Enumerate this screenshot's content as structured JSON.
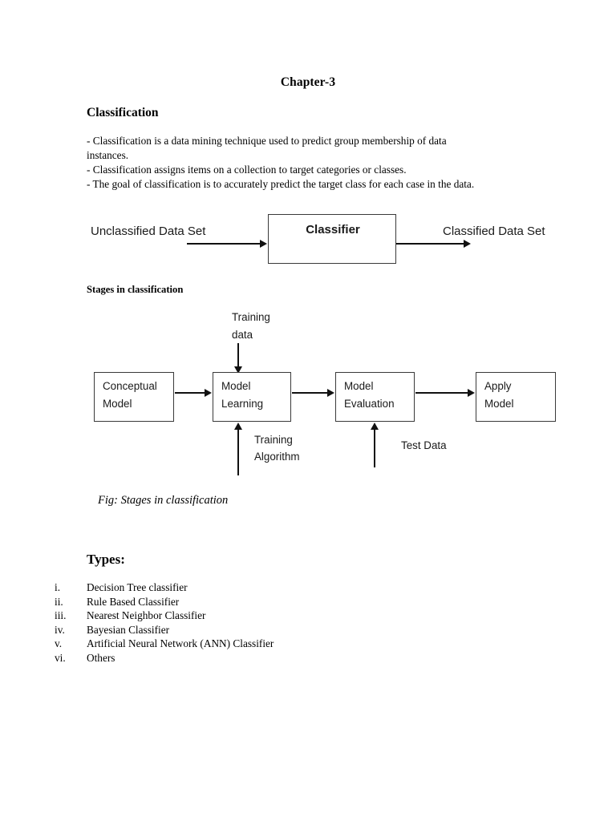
{
  "document": {
    "chapter_title": "Chapter-3",
    "section_heading": "Classification",
    "bullets": [
      "- Classification is a data mining technique used to predict group membership of data",
      "instances.",
      "- Classification assigns items on a collection to target categories or classes.",
      "- The goal of classification is to accurately predict the target class for each case in the data."
    ],
    "stages_heading": "Stages in classification",
    "figure_caption": "Fig: Stages in classification",
    "types_heading": "Types:"
  },
  "classifier_diagram": {
    "input_label": "Unclassified Data Set",
    "box_label": "Classifier",
    "output_label": "Classified Data Set"
  },
  "stages_diagram": {
    "boxes": [
      {
        "line1": "Conceptual",
        "line2": "Model"
      },
      {
        "line1": "Model",
        "line2": "Learning"
      },
      {
        "line1": "Model",
        "line2": "Evaluation"
      },
      {
        "line1": "Apply",
        "line2": "Model"
      }
    ],
    "training_data_line1": "Training",
    "training_data_line2": "data",
    "training_algorithm_line1": "Training",
    "training_algorithm_line2": "Algorithm",
    "test_data_label": "Test Data"
  },
  "types_list": [
    {
      "marker": "i.",
      "text": "Decision Tree classifier"
    },
    {
      "marker": "ii.",
      "text": "Rule Based Classifier"
    },
    {
      "marker": "iii.",
      "text": "Nearest Neighbor Classifier"
    },
    {
      "marker": "iv.",
      "text": "Bayesian Classifier"
    },
    {
      "marker": "v.",
      "text": "Artificial Neural Network (ANN) Classifier"
    },
    {
      "marker": "vi.",
      "text": "Others"
    }
  ],
  "colors": {
    "page_background": "#ffffff",
    "text": "#000000",
    "diagram_stroke": "#3a3a3a",
    "arrow": "#111111"
  }
}
